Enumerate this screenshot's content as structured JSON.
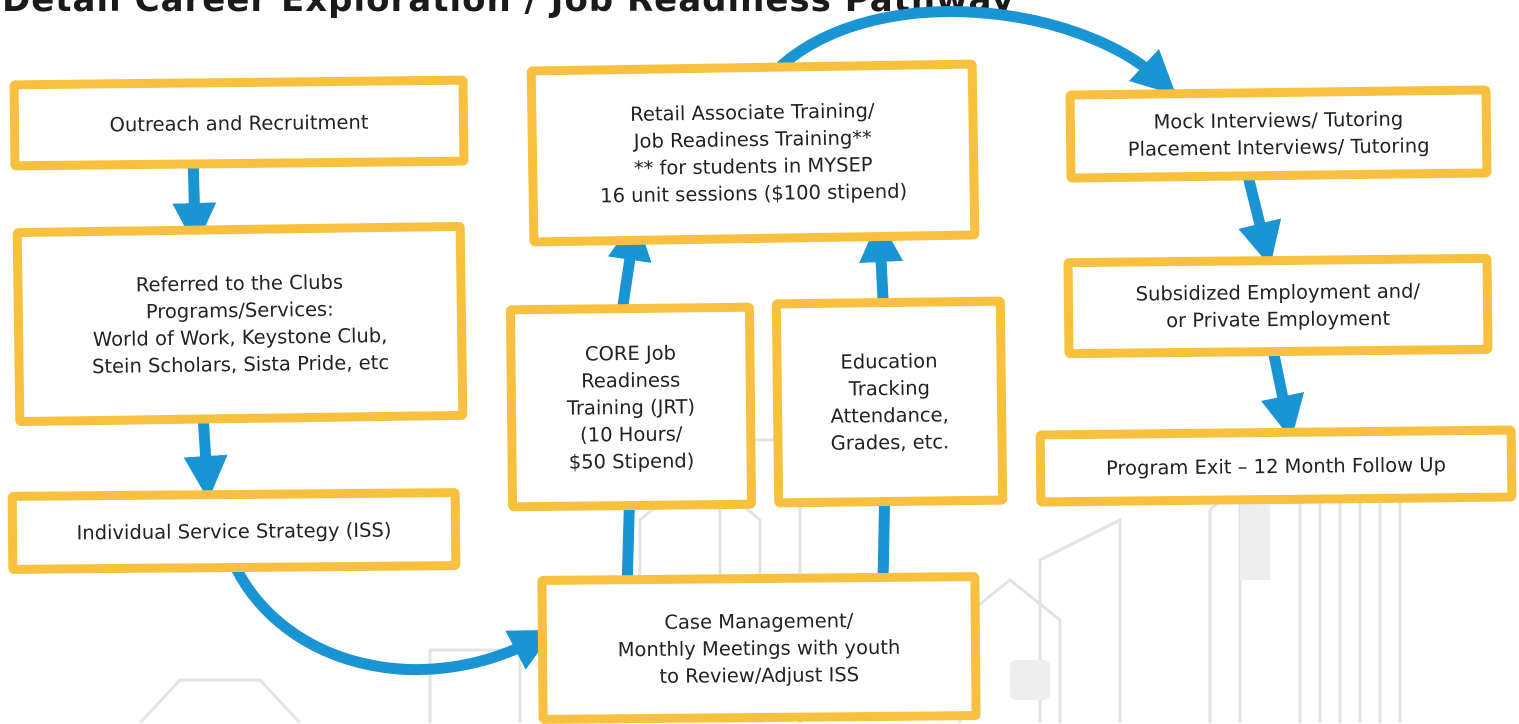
{
  "title_partial": "Detail Career Exploration / Job Readiness Pathway",
  "colors": {
    "box_border": "#F7C03E",
    "arrow": "#1A95D3",
    "background_illustration": "#E6E6E6"
  },
  "boxes": {
    "outreach": "Outreach and Recruitment",
    "referred": "Referred to the Clubs\nPrograms/Services:\nWorld of Work, Keystone Club,\nStein Scholars, Sista Pride, etc",
    "iss": "Individual Service Strategy (ISS)",
    "retail": "Retail Associate Training/\nJob Readiness Training**\n** for students in MYSEP\n16 unit sessions ($100 stipend)",
    "core": "CORE Job\nReadiness\nTraining (JRT)\n(10 Hours/\n$50 Stipend)",
    "education": "Education\nTracking\nAttendance,\nGrades, etc.",
    "case": "Case Management/\nMonthly Meetings with youth\nto Review/Adjust ISS",
    "mock": "Mock Interviews/ Tutoring\nPlacement Interviews/ Tutoring",
    "subsidized": "Subsidized Employment and/\nor Private Employment",
    "exit": "Program Exit – 12 Month Follow Up"
  }
}
